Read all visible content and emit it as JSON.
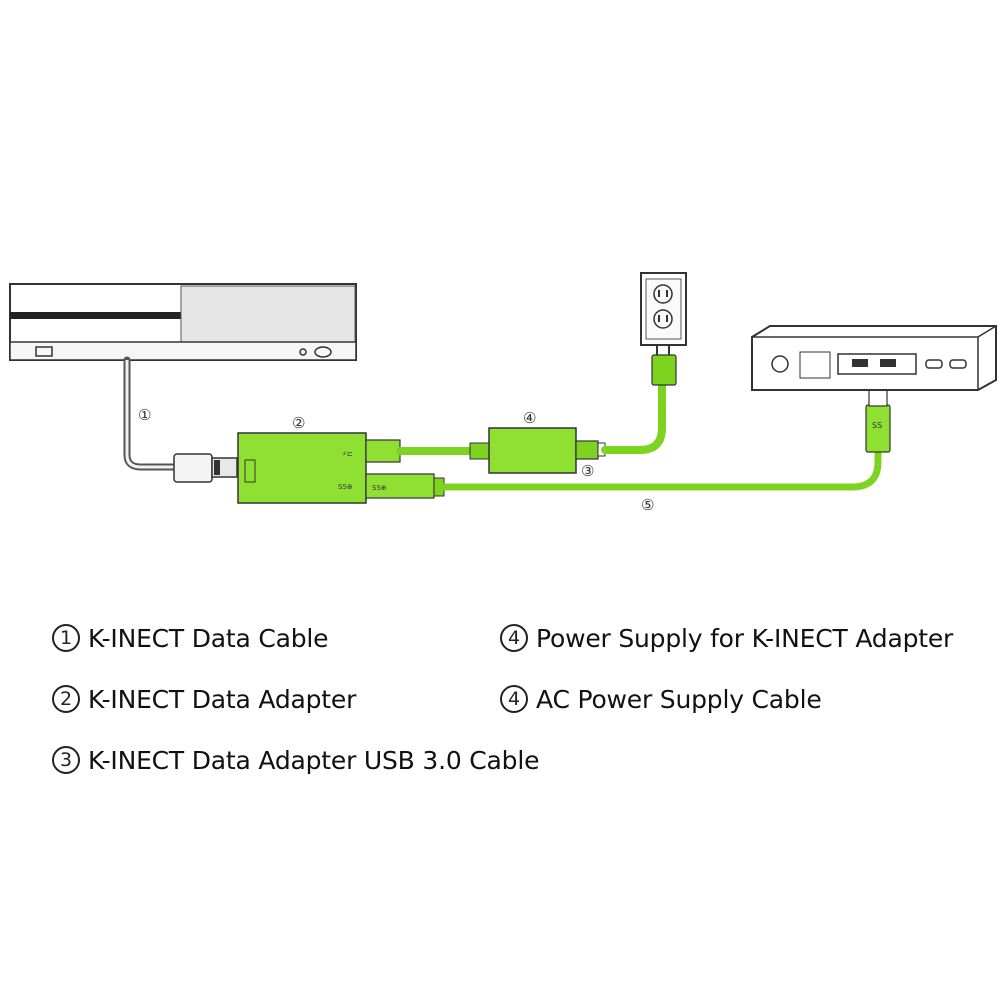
{
  "diagram": {
    "callouts": {
      "c1": "①",
      "c2": "②",
      "c3": "③",
      "c4": "④",
      "c5": "⑤"
    },
    "colors": {
      "cable_green": "#7ed321",
      "adapter_green": "#8fe033",
      "outline": "#333333"
    },
    "icons": [
      "console-icon",
      "wall-outlet-icon",
      "pc-icon",
      "usb-plug-icon"
    ]
  },
  "legend": [
    {
      "number": "1",
      "text": "K-INECT Data Cable"
    },
    {
      "number": "2",
      "text": "K-INECT Data Adapter"
    },
    {
      "number": "3",
      "text": "K-INECT Data Adapter USB 3.0 Cable"
    },
    {
      "number": "4",
      "text": "Power Supply for K-INECT Adapter"
    },
    {
      "number": "4",
      "text": "AC Power Supply Cable"
    }
  ]
}
